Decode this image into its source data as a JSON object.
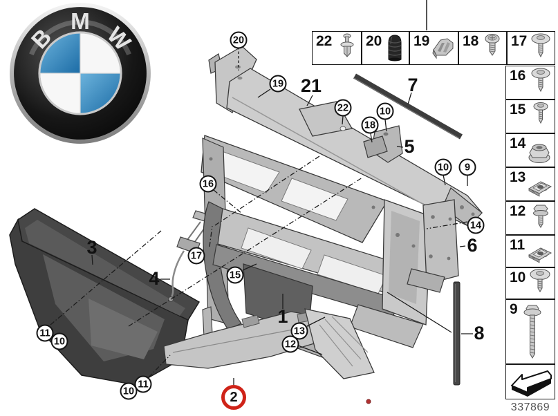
{
  "brand": {
    "letters": [
      "B",
      "M",
      "W"
    ]
  },
  "diagram": {
    "part_number": "337869",
    "highlighted_callout": "2",
    "highlight_color": "#cf2318",
    "description": "BMW front panel / radiator support exploded parts diagram"
  },
  "top_row_items": [
    {
      "label": "22",
      "icon": "expanding-rivet-icon"
    },
    {
      "label": "20",
      "icon": "rubber-buffer-icon"
    },
    {
      "label": "19",
      "icon": "clamp-bracket-icon"
    },
    {
      "label": "18",
      "icon": "pan-head-screw-icon"
    },
    {
      "label": "17",
      "icon": "washer-head-screw-icon"
    }
  ],
  "side_items": [
    {
      "label": "16",
      "icon": "washer-head-screw-icon"
    },
    {
      "label": "15",
      "icon": "small-screw-icon"
    },
    {
      "label": "14",
      "icon": "flange-nut-icon"
    },
    {
      "label": "13",
      "icon": "cage-nut-icon"
    },
    {
      "label": "12",
      "icon": "hex-screw-icon"
    },
    {
      "label": "11",
      "icon": "cage-nut-icon"
    },
    {
      "label": "10",
      "icon": "big-washer-screw-icon"
    },
    {
      "label": "9",
      "icon": "long-screw-icon"
    }
  ],
  "nav": {
    "back_arrow_icon": "back-arrow-icon"
  },
  "callouts": [
    {
      "label": "20",
      "shape": "circle"
    },
    {
      "label": "19",
      "shape": "circle"
    },
    {
      "label": "21",
      "shape": "plain"
    },
    {
      "label": "22",
      "shape": "circle"
    },
    {
      "label": "7",
      "shape": "plain"
    },
    {
      "label": "10",
      "shape": "circle"
    },
    {
      "label": "18",
      "shape": "circle"
    },
    {
      "label": "5",
      "shape": "plain"
    },
    {
      "label": "10",
      "shape": "circle"
    },
    {
      "label": "9",
      "shape": "circle"
    },
    {
      "label": "14",
      "shape": "circle"
    },
    {
      "label": "6",
      "shape": "plain"
    },
    {
      "label": "16",
      "shape": "circle"
    },
    {
      "label": "17",
      "shape": "circle"
    },
    {
      "label": "15",
      "shape": "circle"
    },
    {
      "label": "3",
      "shape": "plain"
    },
    {
      "label": "4",
      "shape": "plain"
    },
    {
      "label": "1",
      "shape": "plain"
    },
    {
      "label": "13",
      "shape": "circle"
    },
    {
      "label": "12",
      "shape": "circle"
    },
    {
      "label": "11",
      "shape": "circle"
    },
    {
      "label": "10",
      "shape": "circle"
    },
    {
      "label": "11",
      "shape": "circle"
    },
    {
      "label": "10",
      "shape": "circle"
    },
    {
      "label": "2",
      "shape": "red-circle",
      "highlighted": true
    },
    {
      "label": "8",
      "shape": "plain"
    }
  ]
}
